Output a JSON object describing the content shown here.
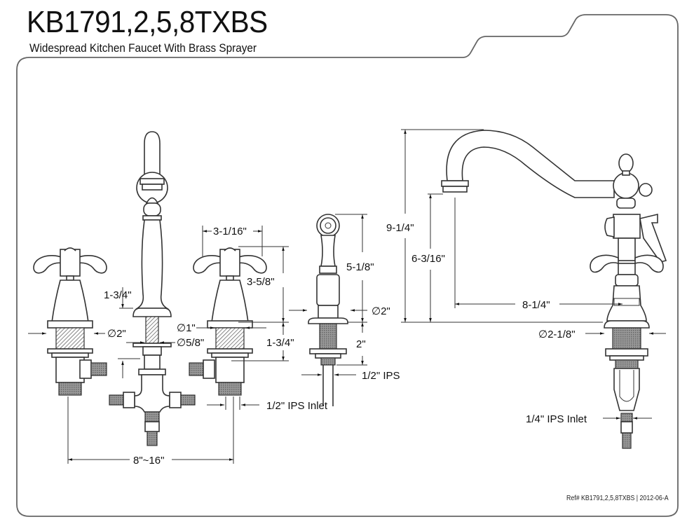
{
  "header": {
    "title": "KB1791,2,5,8TXBS",
    "subtitle": "Widespread Kitchen Faucet With Brass Sprayer"
  },
  "footer": {
    "reference": "Ref# KB1791,2,5,8TXBS | 2012-06-A"
  },
  "dimensions": {
    "handle_width": "3-1/16\"",
    "handle_height": "3-5/8\"",
    "handle_shank_length": "1-3/4\"",
    "center_spout_shank_length": "1-3/4\"",
    "handle_flange_diameter": "∅2\"",
    "center_shank_diameter": "∅1\"",
    "center_stem_diameter": "∅5/8\"",
    "handle_inlet": "1/2\" IPS Inlet",
    "spread": "8\"~16\"",
    "sprayer_height": "5-1/8\"",
    "sprayer_flange_diameter": "∅2\"",
    "sprayer_shank_length": "2\"",
    "sprayer_connection": "1/2\" IPS",
    "spout_total_height": "9-1/4\"",
    "spout_clearance": "6-3/16\"",
    "spout_reach": "8-1/4\"",
    "spout_base_diameter": "∅2-1/8\"",
    "spout_inlet": "1/4\" IPS Inlet"
  },
  "colors": {
    "line": "#333333",
    "text": "#111111"
  }
}
